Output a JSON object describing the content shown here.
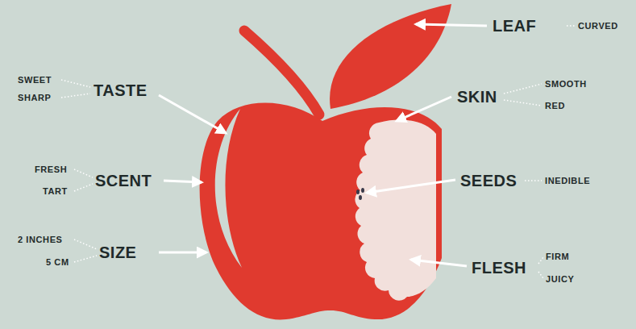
{
  "diagram": {
    "labels": [
      "LEAF",
      "CURVED",
      "SWEET",
      "TASTE",
      "SHARP",
      "SKIN",
      "SMOOTH",
      "RED",
      "FRESH",
      "SCENT",
      "TART",
      "SEEDS",
      "INEDIBLE",
      "2 INCHES",
      "SIZE",
      "5 CM",
      "FLESH",
      "FIRM",
      "JUICY"
    ]
  }
}
